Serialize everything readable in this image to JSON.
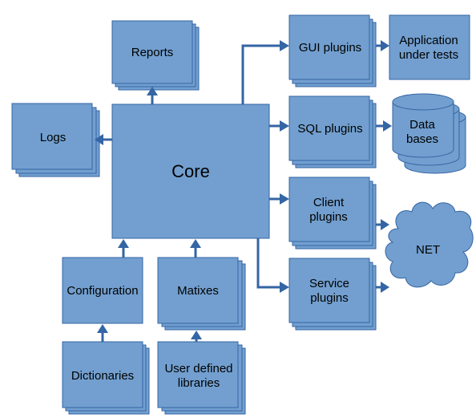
{
  "nodes": {
    "core": "Core",
    "reports": "Reports",
    "logs": "Logs",
    "configuration": "Configuration",
    "matixes": "Matixes",
    "dictionaries": "Dictionaries",
    "user_libraries": [
      "User defined",
      "libraries"
    ],
    "gui_plugins": "GUI plugins",
    "sql_plugins": "SQL plugins",
    "client_plugins": [
      "Client",
      "plugins"
    ],
    "service_plugins": [
      "Service",
      "plugins"
    ],
    "application": [
      "Application",
      "under tests"
    ],
    "databases": [
      "Data",
      "bases"
    ],
    "net": "NET"
  },
  "colors": {
    "fill": "#729fcf",
    "stroke": "#3465a4"
  }
}
